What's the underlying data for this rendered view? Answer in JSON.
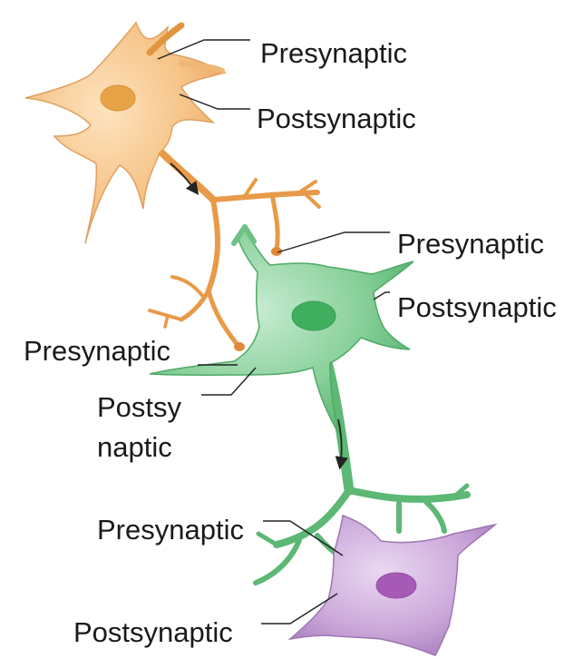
{
  "labels": {
    "orange_presynaptic": "Presynaptic",
    "orange_postsynaptic": "Postsynaptic",
    "green_presynaptic_right": "Presynaptic",
    "green_postsynaptic_right": "Postsynaptic",
    "green_presynaptic_left": "Presynaptic",
    "green_postsynaptic_left_line1": "Postsy",
    "green_postsynaptic_left_line2": "naptic",
    "purple_presynaptic": "Presynaptic",
    "purple_postsynaptic": "Postsynaptic"
  },
  "colors": {
    "orange_neuron": "#f0a850",
    "green_neuron": "#5cb874",
    "purple_neuron": "#b282c4",
    "leader_line": "#222222",
    "signal_arrow": "#222222"
  }
}
